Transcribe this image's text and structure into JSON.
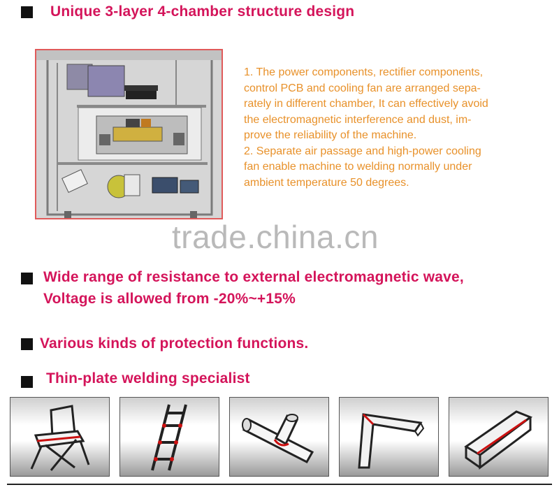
{
  "section1": {
    "heading": "Unique 3-layer 4-chamber structure design"
  },
  "description": {
    "paragraph1": "1. The power components, rectifier components,\ncontrol PCB and cooling fan are arranged sepa-\nrately in different chamber, It can effectively avoid\nthe electromagnetic interference and dust, im-\nprove the reliability of the machine.",
    "paragraph2": "2. Separate air passage and high-power cooling\nfan enable machine to welding normally under\nambient temperature 50 degrees."
  },
  "watermark": "trade.china.cn",
  "section2": {
    "heading": "Wide range of resistance to external electromagnetic wave,\nVoltage is allowed from -20%~+15%"
  },
  "section3": {
    "heading": "Various kinds of protection functions."
  },
  "section4": {
    "heading": "Thin-plate welding specialist"
  },
  "colors": {
    "heading": "#d4145a",
    "body_text": "#e8912a",
    "watermark": "#b9b9b9",
    "weld_line": "#cc1111"
  },
  "examples": [
    "folding-chair-icon",
    "ladder-icon",
    "tube-joint-icon",
    "angle-frame-icon",
    "channel-profile-icon"
  ]
}
